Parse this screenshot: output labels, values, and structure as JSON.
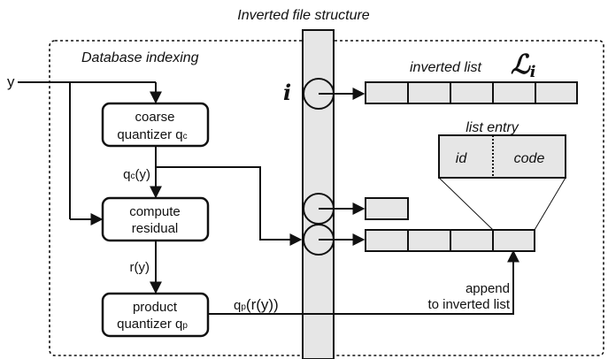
{
  "title": "Inverted file structure",
  "region_label": "Database indexing",
  "input_label": "y",
  "boxes": {
    "coarse": [
      "coarse",
      "quantizer q",
      "c"
    ],
    "residual": [
      "compute",
      "residual"
    ],
    "product": [
      "product",
      "quantizer q",
      "p"
    ]
  },
  "edges": {
    "qc_y": [
      "q",
      "c",
      "(y)"
    ],
    "r_y": "r(y)",
    "qp_ry": [
      "q",
      "p",
      "(r(y))"
    ]
  },
  "inverted_list": {
    "label": "inverted list",
    "symbol": "ℒ",
    "sub": "i",
    "cells": 5
  },
  "index_label": "i",
  "list_entry": {
    "label": "list entry",
    "id": "id",
    "code": "code"
  },
  "append_label": [
    "append",
    "to inverted list"
  ],
  "colors": {
    "fill": "#e6e6e6",
    "stroke": "#111111"
  }
}
